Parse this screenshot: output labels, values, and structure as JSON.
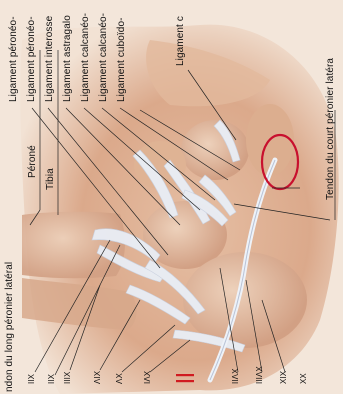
{
  "labels": {
    "perone": "Péroné",
    "tibia": "Tibia",
    "lig_peroneo_1": "Ligament péronéo-",
    "lig_peroneo_2": "Ligament péronéo-",
    "lig_interosseux": "Ligament interosse",
    "lig_astragalo": "Ligament astragalo",
    "lig_calcaneo_1": "Ligament calcanéo-",
    "lig_calcaneo_2": "Ligament calcanéo-",
    "lig_cuboido": "Ligament cuboïdo-",
    "lig_c": "Ligament c",
    "tendon_court": "Tendon du court péronier latéra",
    "tendon_long": "ndon du long péronier latéral"
  },
  "callouts": [
    "IIX",
    "IIX",
    "IIIX",
    "ΛIX",
    "ΛX",
    "IΛX",
    "IIΛX",
    "IIIΛX",
    "XIX",
    "XX"
  ],
  "colors": {
    "background": "#f3e6da",
    "highlight_circle": "#c8102e",
    "marker": "#d01a20",
    "ligament": "#e9eef6"
  },
  "icons": {
    "marker": "double-bar-marker"
  }
}
